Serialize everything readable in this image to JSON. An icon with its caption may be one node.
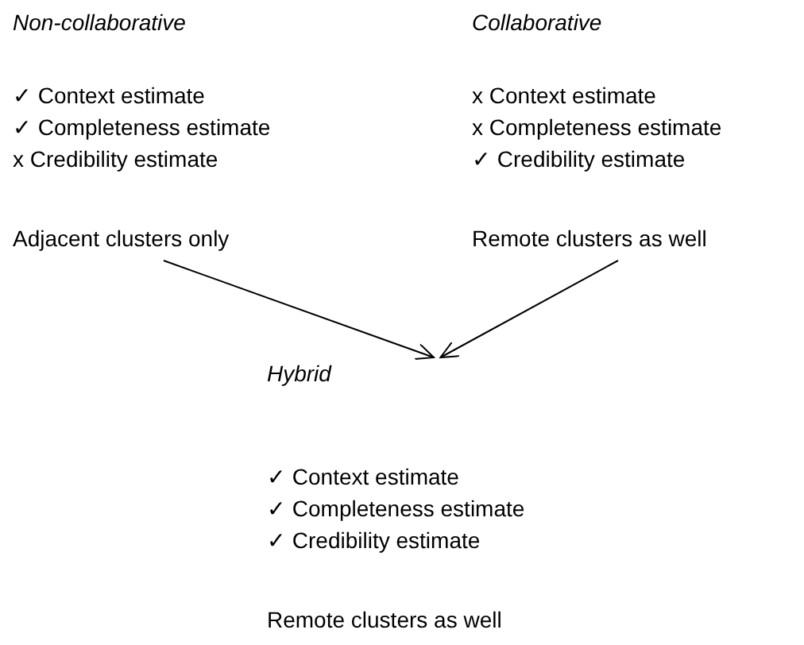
{
  "diagram": {
    "nodes": [
      {
        "text": [
          "Non-collaborative",
          "✓ Context estimate",
          "✓ Completeness estimate",
          "x Credibility estimate",
          "Adjacent clusters only"
        ]
      },
      {
        "text": [
          "Collaborative",
          "x Context estimate",
          "x Completeness estimate",
          "✓ Credibility estimate",
          "Remote clusters as well"
        ]
      },
      {
        "text": [
          "Hybrid",
          "✓ Context estimate",
          "✓ Completeness estimate",
          "✓ Credibility estimate",
          "Remote clusters as well"
        ]
      }
    ],
    "edges": [
      {
        "from": 0,
        "to": 2,
        "arrow": "to"
      },
      {
        "from": 1,
        "to": 2,
        "arrow": "to"
      }
    ]
  }
}
